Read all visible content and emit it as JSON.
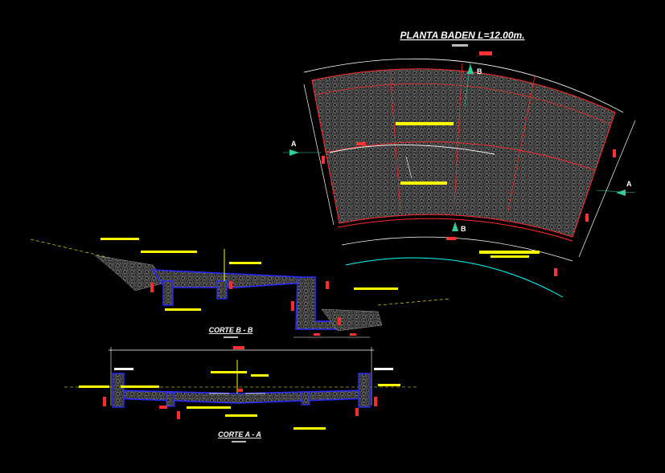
{
  "plan": {
    "title": "PLANTA BADEN L=12.00m.",
    "section_a_left": "A",
    "section_a_right": "A",
    "section_b_top": "B",
    "section_b_bottom": "B"
  },
  "section_bb": {
    "title": "CORTE B - B"
  },
  "section_aa": {
    "title": "CORTE A - A"
  },
  "colors": {
    "background": "#000000",
    "outline_red": "#ff2a2a",
    "dimension_white": "#ffffff",
    "annotation_yellow": "#ffff00",
    "concrete_blue": "#2a2aff",
    "riprap_grey": "#9a9a9a",
    "channel_cyan": "#00ffff",
    "marker_teal": "#33cc99"
  }
}
